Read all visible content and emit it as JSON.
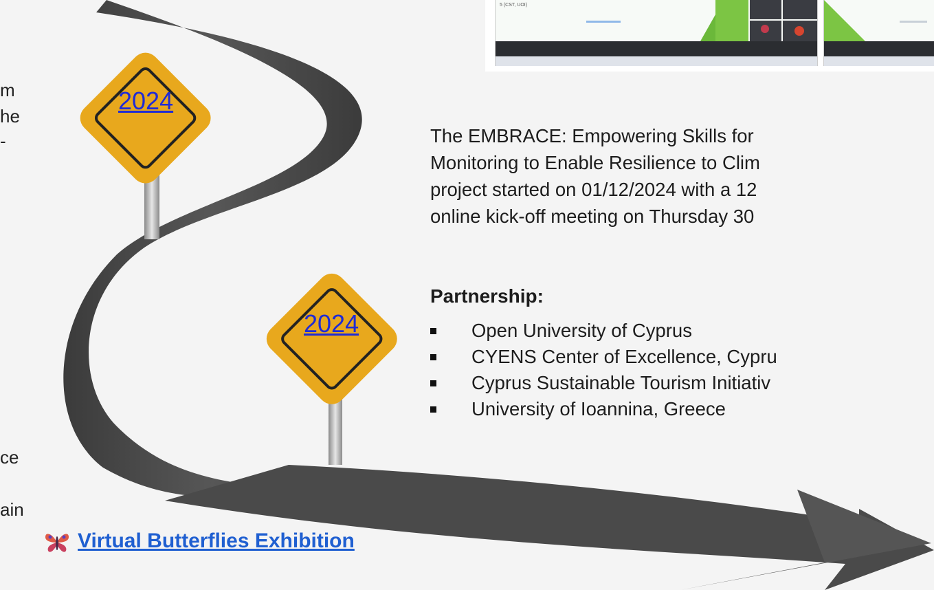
{
  "signs": [
    {
      "year_label": "2024"
    },
    {
      "year_label": "2024"
    }
  ],
  "left_fragments": [
    "m",
    "he",
    "-",
    "ce",
    "ain"
  ],
  "description_lines": [
    "The EMBRACE: Empowering Skills for",
    "Monitoring to Enable Resilience to Clim",
    "project started on 01/12/2024 with a 12",
    "online kick-off meeting on Thursday 30"
  ],
  "partnership": {
    "heading": "Partnership:",
    "partners": [
      "Open University of Cyprus",
      "CYENS Center of Excellence, Cypru",
      "Cyprus Sustainable Tourism Initiativ",
      "University of Ioannina, Greece"
    ]
  },
  "exhibition_link": {
    "label": "Virtual Butterflies Exhibition"
  },
  "screenshot_thumbnail": {
    "slide_text": "5 (CST, UOI)"
  },
  "colors": {
    "road": "#4a4a4a",
    "sign_yellow": "#e8a81d",
    "sign_border": "#222222",
    "link_blue": "#1f2bd6",
    "butterfly": "#d9533f"
  }
}
